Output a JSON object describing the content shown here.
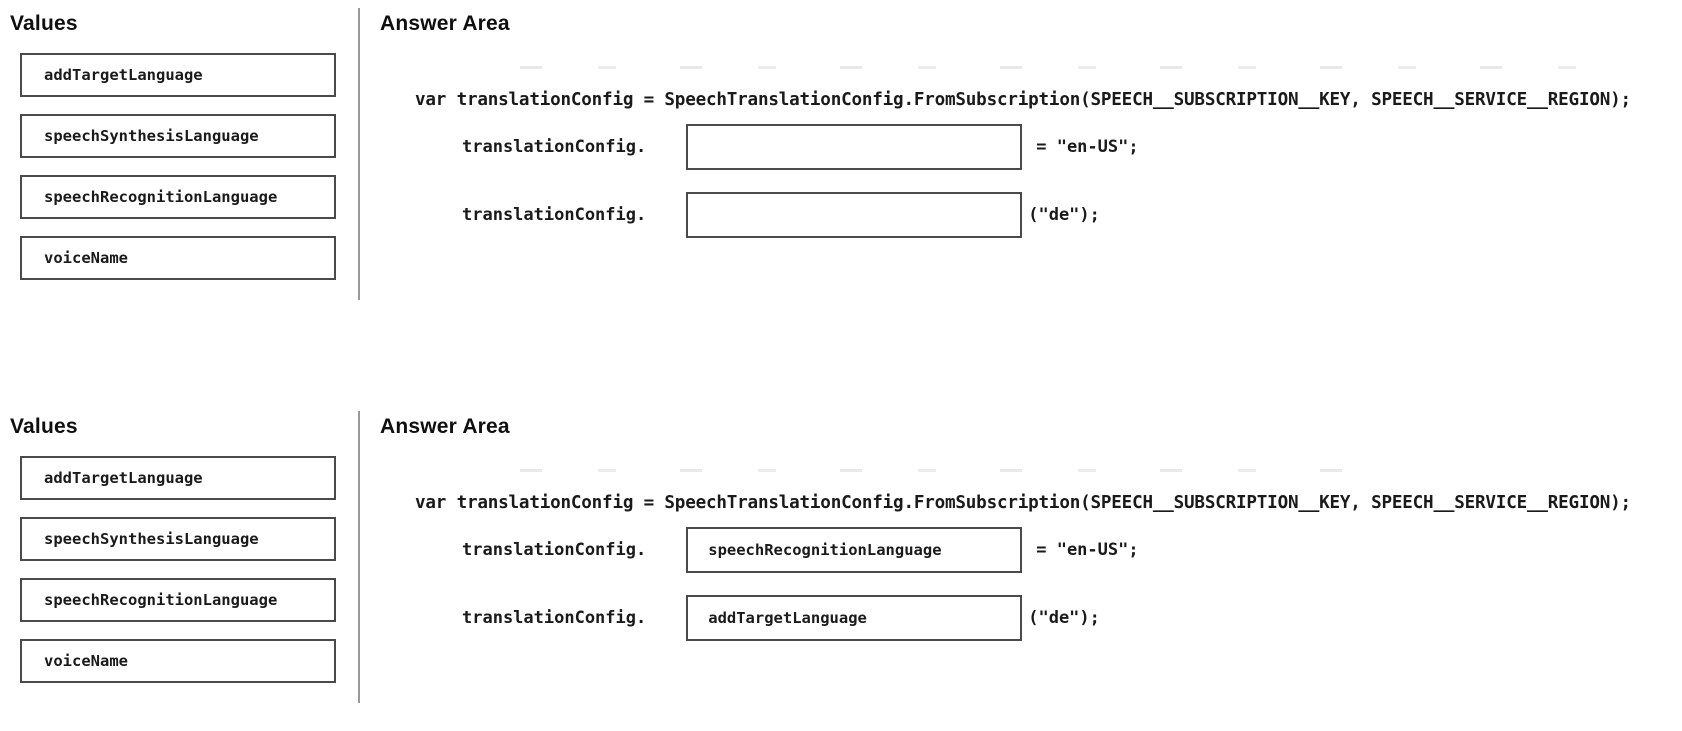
{
  "colors": {
    "background": "#ffffff",
    "text": "#1a1a1a",
    "heading": "#0f0f0f",
    "box_border": "#4a4a4a",
    "divider": "#999999"
  },
  "sections": [
    {
      "state": "unanswered",
      "values_title": "Values",
      "values": [
        "addTargetLanguage",
        "speechSynthesisLanguage",
        "speechRecognitionLanguage",
        "voiceName"
      ],
      "answer_title": "Answer Area",
      "code_line": "var translationConfig = SpeechTranslationConfig.FromSubscription(SPEECH__SUBSCRIPTION__KEY, SPEECH__SERVICE__REGION);",
      "rows": [
        {
          "prefix": "translationConfig.",
          "slot_value": "",
          "suffix": "= \"en-US\";"
        },
        {
          "prefix": "translationConfig.",
          "slot_value": "",
          "suffix": "(\"de\");"
        }
      ]
    },
    {
      "state": "answered",
      "values_title": "Values",
      "values": [
        "addTargetLanguage",
        "speechSynthesisLanguage",
        "speechRecognitionLanguage",
        "voiceName"
      ],
      "answer_title": "Answer Area",
      "code_line": "var translationConfig = SpeechTranslationConfig.FromSubscription(SPEECH__SUBSCRIPTION__KEY, SPEECH__SERVICE__REGION);",
      "rows": [
        {
          "prefix": "translationConfig.",
          "slot_value": "speechRecognitionLanguage",
          "suffix": "= \"en-US\";"
        },
        {
          "prefix": "translationConfig.",
          "slot_value": "addTargetLanguage",
          "suffix": "(\"de\");"
        }
      ]
    }
  ]
}
